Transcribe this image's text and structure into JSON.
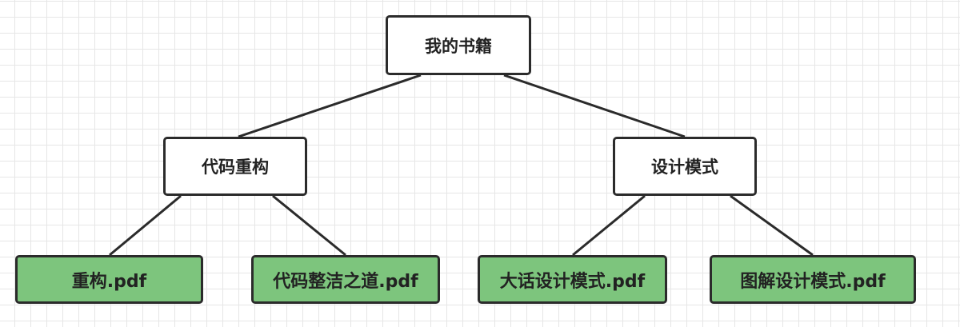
{
  "tree": {
    "root": {
      "label": "我的书籍"
    },
    "left": {
      "label": "代码重构",
      "children": [
        {
          "label": "重构.pdf"
        },
        {
          "label": "代码整洁之道.pdf"
        }
      ]
    },
    "right": {
      "label": "设计模式",
      "children": [
        {
          "label": "大话设计模式.pdf"
        },
        {
          "label": "图解设计模式.pdf"
        }
      ]
    }
  },
  "colors": {
    "leaf_fill": "#7dc57d",
    "node_fill": "#ffffff",
    "stroke": "#2b2b2b",
    "grid": "#e6e6e6"
  }
}
